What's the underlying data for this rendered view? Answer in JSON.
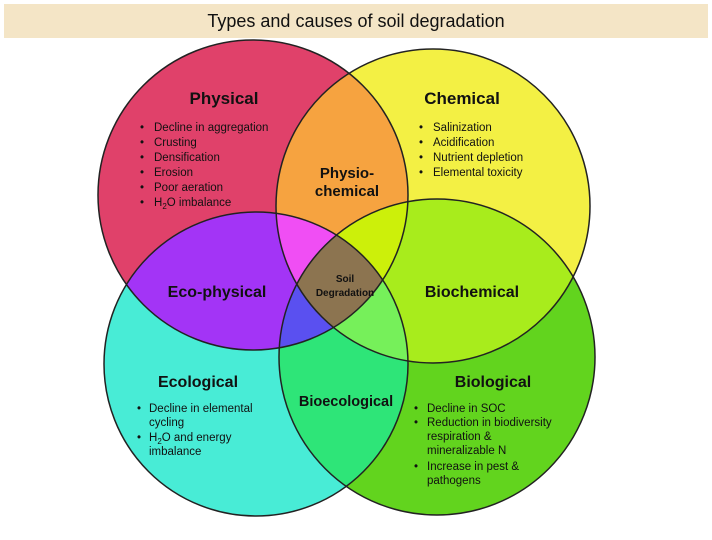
{
  "title": "Types and causes of soil degradation",
  "colors": {
    "physical": "#e0416a",
    "chemical": "#f3f044",
    "ecological": "#48ecd6",
    "biological": "#62d41e",
    "physio_chemical": "#f6a340",
    "eco_physical": "#a334f6",
    "biochemical": "#a8ec1c",
    "bioecological": "#2ee578",
    "center": "#8c7450"
  },
  "diagram": {
    "physical": {
      "heading": "Physical",
      "items": [
        "Decline in aggregation",
        "Crusting",
        "Densification",
        "Erosion",
        "Poor aeration"
      ],
      "last_item_prefix": "H",
      "last_item_sub": "2",
      "last_item_suffix": "O imbalance"
    },
    "chemical": {
      "heading": "Chemical",
      "items": [
        "Salinization",
        "Acidification",
        "Nutrient depletion",
        "Elemental toxicity"
      ]
    },
    "ecological": {
      "heading": "Ecological",
      "item1_line1": "Decline in elemental",
      "item1_line2": "cycling",
      "item2_prefix": "H",
      "item2_sub": "2",
      "item2_suffix": "O and energy",
      "item2_line2": "imbalance"
    },
    "biological": {
      "heading": "Biological",
      "item1": "Decline in SOC",
      "item2_line1": "Reduction in biodiversity",
      "item2_line2": "respiration &",
      "item2_line3": "mineralizable N",
      "item3_line1": "Increase in pest &",
      "item3_line2": "pathogens"
    },
    "physio_chemical": {
      "line1": "Physio-",
      "line2": "chemical"
    },
    "eco_physical": {
      "label": "Eco-physical"
    },
    "biochemical": {
      "label": "Biochemical"
    },
    "bioecological": {
      "label": "Bioecological"
    },
    "center": {
      "line1": "Soil",
      "line2": "Degradation"
    }
  }
}
